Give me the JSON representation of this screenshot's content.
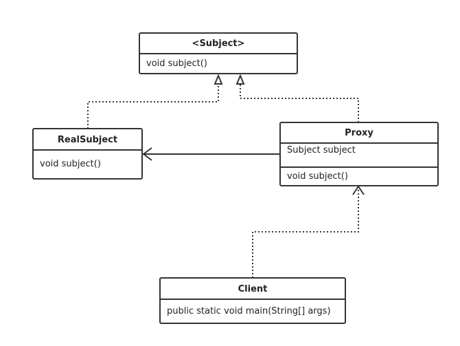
{
  "diagram": {
    "classes": {
      "subject": {
        "name": "<Subject>",
        "methods": [
          "void subject()"
        ]
      },
      "real_subject": {
        "name": "RealSubject",
        "methods": [
          "void subject()"
        ]
      },
      "proxy": {
        "name": "Proxy",
        "attributes": [
          "Subject subject"
        ],
        "methods": [
          "void subject()"
        ]
      },
      "client": {
        "name": "Client",
        "methods": [
          "public static void main(String[] args)"
        ]
      }
    },
    "relations": [
      {
        "from": "real_subject",
        "to": "subject",
        "kind": "realization"
      },
      {
        "from": "proxy",
        "to": "subject",
        "kind": "realization"
      },
      {
        "from": "proxy",
        "to": "real_subject",
        "kind": "association"
      },
      {
        "from": "client",
        "to": "proxy",
        "kind": "dependency"
      }
    ]
  },
  "colors": {
    "line": "#333333",
    "text": "#222222",
    "background": "#ffffff"
  }
}
